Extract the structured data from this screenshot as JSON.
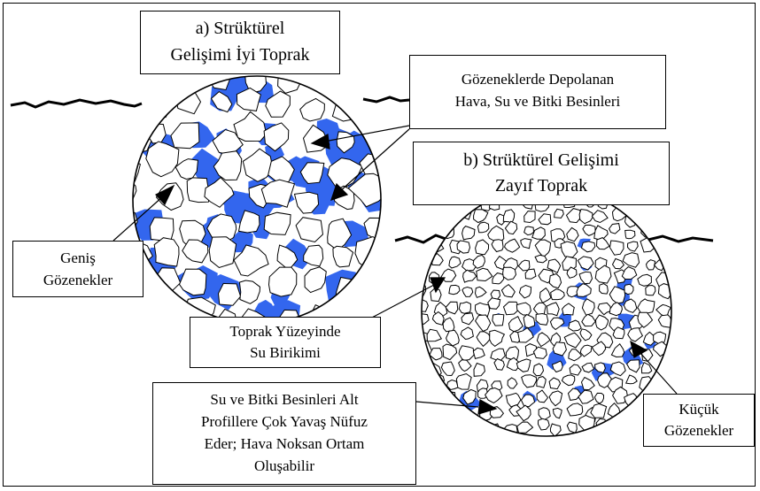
{
  "labels": {
    "structure_good": [
      "a) Strüktürel",
      "Gelişimi İyi Toprak"
    ],
    "stored": [
      "Gözeneklerde Depolanan",
      "Hava, Su ve Bitki Besinleri"
    ],
    "structure_weak": [
      "b) Strüktürel Gelişimi",
      "Zayıf Toprak"
    ],
    "large_pores": [
      "Geniş",
      "Gözenekler"
    ],
    "surface_water": [
      "Toprak Yüzeyinde",
      "Su Birikimi"
    ],
    "slow_infiltration": [
      "Su ve Bitki Besinleri Alt",
      "Profillere Çok Yavaş Nüfuz",
      "Eder; Hava Noksan Ortam",
      "Oluşabilir"
    ],
    "small_pores": [
      "Küçük",
      "Gözenekler"
    ]
  },
  "colors": {
    "pore_fill": "#3366ee",
    "outline": "#000000",
    "background": "#ffffff"
  }
}
